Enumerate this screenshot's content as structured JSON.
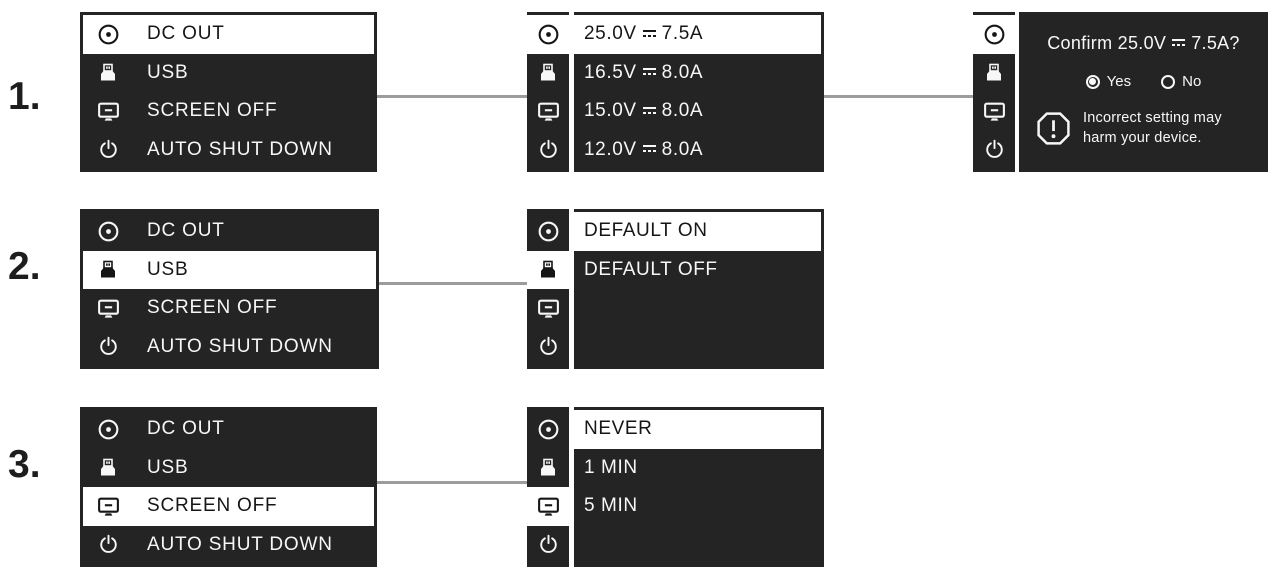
{
  "colors": {
    "screen_background": "#242424",
    "highlight": "#ffffff",
    "text_on_dark": "#f7f7f7",
    "text_on_light": "#161616",
    "connector_line": "#9c9c9c"
  },
  "sidebar_icons": [
    "dc-out-icon",
    "usb-icon",
    "screen-icon",
    "power-icon"
  ],
  "steps": [
    {
      "number": "1.",
      "menu": {
        "items": [
          {
            "icon": "dc-out-icon",
            "label": "DC OUT",
            "selected": true
          },
          {
            "icon": "usb-icon",
            "label": "USB",
            "selected": false
          },
          {
            "icon": "screen-icon",
            "label": "SCREEN OFF",
            "selected": false
          },
          {
            "icon": "power-icon",
            "label": "AUTO SHUT DOWN",
            "selected": false
          }
        ]
      },
      "submenu": {
        "items": [
          {
            "voltage": "25.0V",
            "current": "7.5A",
            "selected": true
          },
          {
            "voltage": "16.5V",
            "current": "8.0A",
            "selected": false
          },
          {
            "voltage": "15.0V",
            "current": "8.0A",
            "selected": false
          },
          {
            "voltage": "12.0V",
            "current": "8.0A",
            "selected": false
          }
        ]
      },
      "confirm": {
        "title_prefix": "Confirm 25.0V",
        "title_suffix": "7.5A?",
        "yes_label": "Yes",
        "no_label": "No",
        "yes_selected": true,
        "warning_line1": "Incorrect setting may",
        "warning_line2": "harm your device."
      }
    },
    {
      "number": "2.",
      "menu": {
        "items": [
          {
            "icon": "dc-out-icon",
            "label": "DC OUT",
            "selected": false
          },
          {
            "icon": "usb-icon",
            "label": "USB",
            "selected": true
          },
          {
            "icon": "screen-icon",
            "label": "SCREEN OFF",
            "selected": false
          },
          {
            "icon": "power-icon",
            "label": "AUTO SHUT DOWN",
            "selected": false
          }
        ]
      },
      "submenu": {
        "items": [
          {
            "label": "DEFAULT ON",
            "selected": true
          },
          {
            "label": "DEFAULT OFF",
            "selected": false
          }
        ]
      }
    },
    {
      "number": "3.",
      "menu": {
        "items": [
          {
            "icon": "dc-out-icon",
            "label": "DC OUT",
            "selected": false
          },
          {
            "icon": "usb-icon",
            "label": "USB",
            "selected": false
          },
          {
            "icon": "screen-icon",
            "label": "SCREEN OFF",
            "selected": true
          },
          {
            "icon": "power-icon",
            "label": "AUTO SHUT DOWN",
            "selected": false
          }
        ]
      },
      "submenu": {
        "items": [
          {
            "label": "NEVER",
            "selected": true
          },
          {
            "label": "1 MIN",
            "selected": false
          },
          {
            "label": "5 MIN",
            "selected": false
          }
        ]
      }
    }
  ]
}
